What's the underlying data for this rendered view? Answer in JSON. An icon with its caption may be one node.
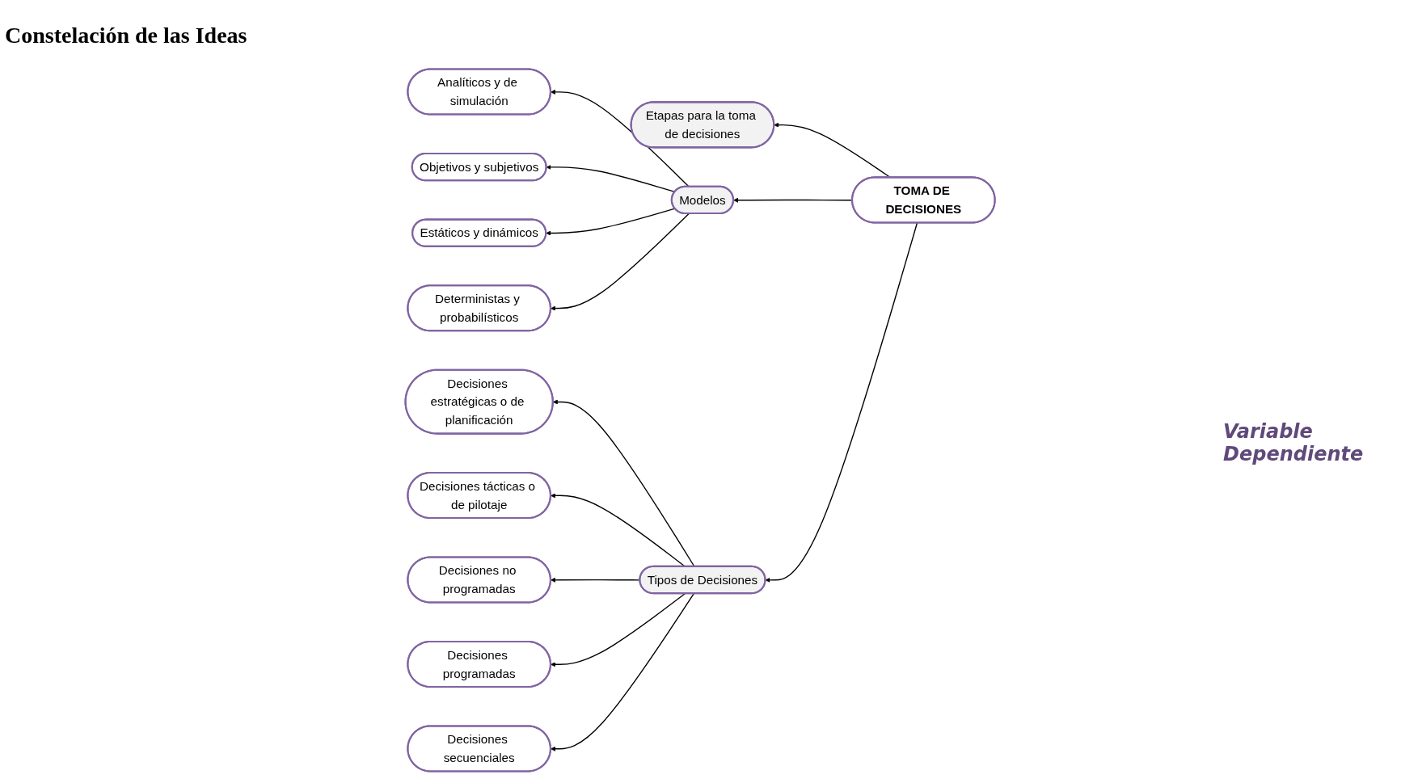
{
  "diagram": {
    "title": "Constelación de las Ideas",
    "nodes": [
      {
        "text": [
          "TOMA DE DECISIONES"
        ]
      },
      {
        "text": [
          "Etapas para la toma de decisiones"
        ]
      },
      {
        "text": [
          "Modelos"
        ]
      },
      {
        "text": [
          "Analíticos y de simulación"
        ]
      },
      {
        "text": [
          "Objetivos y subjetivos"
        ]
      },
      {
        "text": [
          "Estáticos y dinámicos"
        ]
      },
      {
        "text": [
          "Deterministas y probabilísticos"
        ]
      },
      {
        "text": [
          "Tipos de Decisiones"
        ]
      },
      {
        "text": [
          "Decisiones estratégicas o de planificación"
        ]
      },
      {
        "text": [
          "Decisiones tácticas o de pilotaje"
        ]
      },
      {
        "text": [
          "Decisiones no programadas"
        ]
      },
      {
        "text": [
          "Decisiones programadas"
        ]
      },
      {
        "text": [
          "Decisiones secuenciales"
        ]
      }
    ],
    "edges": [
      {
        "from": 0,
        "to": 1,
        "arrow": "to"
      },
      {
        "from": 0,
        "to": 2,
        "arrow": "to"
      },
      {
        "from": 2,
        "to": 3,
        "arrow": "to"
      },
      {
        "from": 2,
        "to": 4,
        "arrow": "to"
      },
      {
        "from": 2,
        "to": 5,
        "arrow": "to"
      },
      {
        "from": 2,
        "to": 6,
        "arrow": "to"
      },
      {
        "from": 0,
        "to": 7,
        "arrow": "to"
      },
      {
        "from": 7,
        "to": 8,
        "arrow": "to"
      },
      {
        "from": 7,
        "to": 9,
        "arrow": "to"
      },
      {
        "from": 7,
        "to": 10,
        "arrow": "to"
      },
      {
        "from": 7,
        "to": 11,
        "arrow": "to"
      },
      {
        "from": 7,
        "to": 12,
        "arrow": "to"
      }
    ],
    "labels": [
      "Variable Dependiente"
    ]
  }
}
